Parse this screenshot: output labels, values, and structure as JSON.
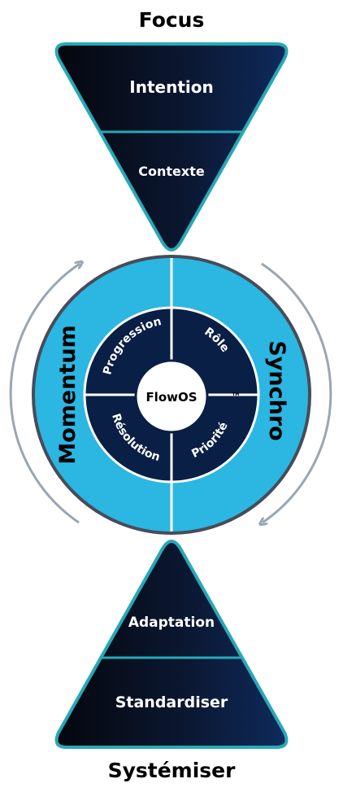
{
  "title_top": "Focus",
  "title_bottom": "Systémiser",
  "top_funnel": {
    "upper_label": "Intention",
    "lower_label": "Contexte"
  },
  "bottom_funnel": {
    "upper_label": "Adaptation",
    "lower_label": "Standardiser"
  },
  "ring": {
    "left_label": "Momentum",
    "right_label": "Synchro",
    "center_label": "FlowOS",
    "tm_mark": "TM",
    "quadrants": {
      "top_left": "Progression",
      "top_right": "Rôle",
      "bottom_left": "Résolution",
      "bottom_right": "Priorité"
    }
  },
  "colors": {
    "navy": "#0a1f45",
    "dark": "#0a0d18",
    "cyan": "#2cb6e2",
    "teal_border": "#27a9b7",
    "ring_border": "#474c58",
    "arrow": "#9aa6b2"
  }
}
